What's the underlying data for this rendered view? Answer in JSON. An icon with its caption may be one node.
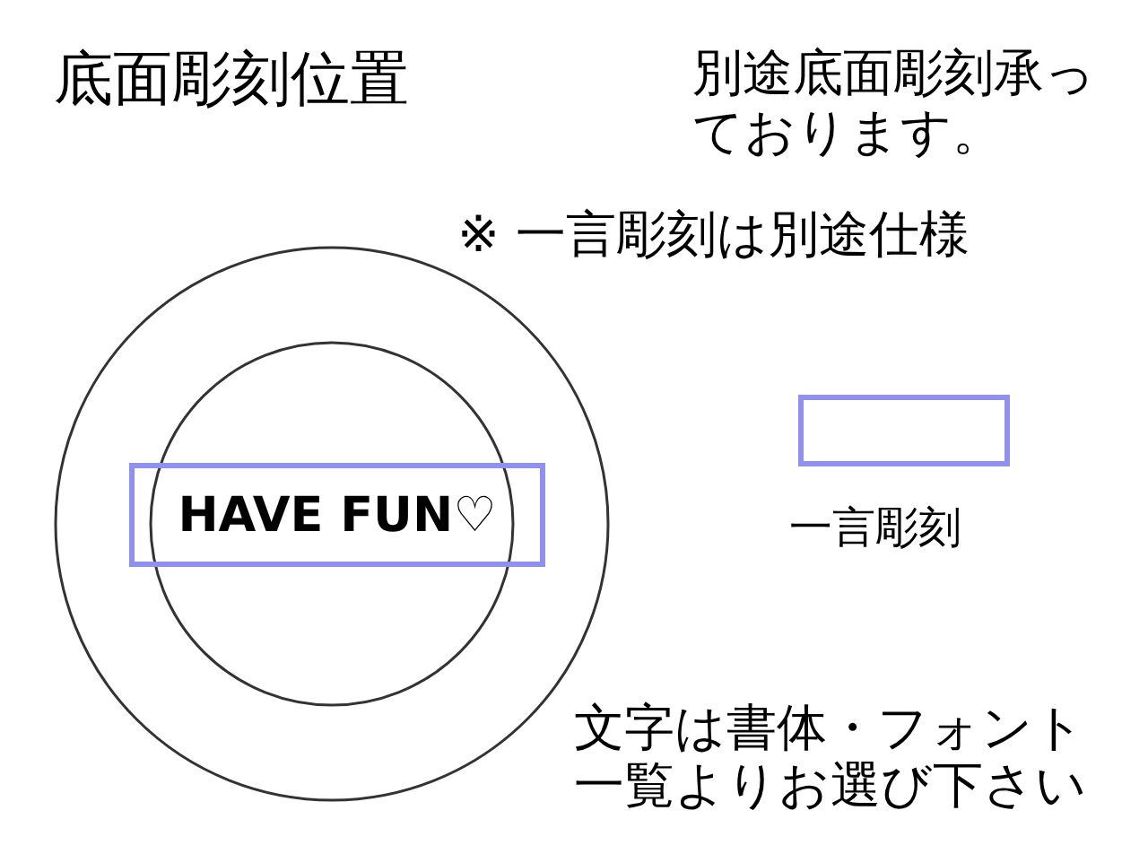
{
  "diagram": {
    "title": "底面彫刻位置",
    "nodes": [
      {
        "text": [],
        "shape": "circle"
      },
      {
        "text": [],
        "shape": "circle",
        "in": 0
      },
      {
        "text": [
          "HAVE FUN♡"
        ],
        "in": 0
      }
    ],
    "labels": [
      "別途底面彫刻承っております。",
      "※ 一言彫刻は別途仕様",
      "文字は書体・フォント一覧よりお選び下さい"
    ],
    "legend": [
      {
        "text": "一言彫刻"
      }
    ]
  }
}
